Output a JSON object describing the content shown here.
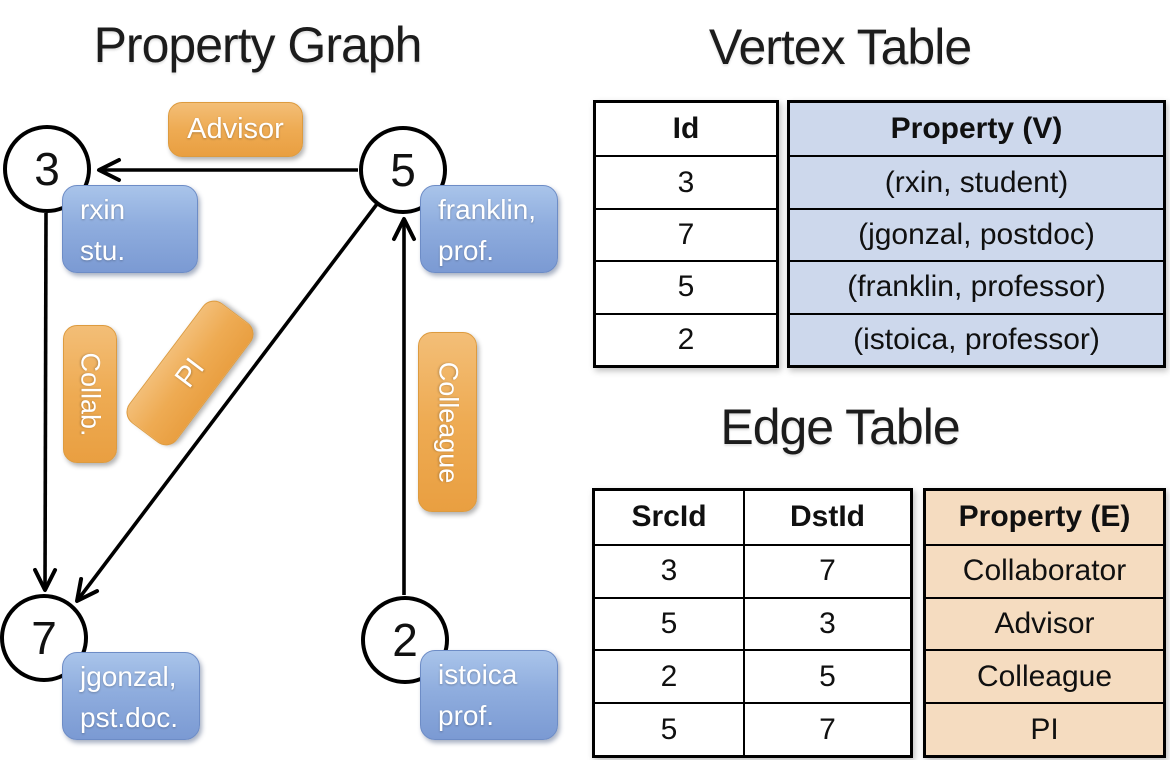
{
  "graph": {
    "title": "Property Graph",
    "nodes": [
      {
        "id": "3",
        "property_lines": [
          "rxin",
          "stu."
        ]
      },
      {
        "id": "5",
        "property_lines": [
          "franklin,",
          "prof."
        ]
      },
      {
        "id": "7",
        "property_lines": [
          "jgonzal,",
          "pst.doc."
        ]
      },
      {
        "id": "2",
        "property_lines": [
          "istoica",
          "prof."
        ]
      }
    ],
    "edges": [
      {
        "src": "5",
        "dst": "3",
        "label": "Advisor"
      },
      {
        "src": "3",
        "dst": "7",
        "label": "Collab."
      },
      {
        "src": "5",
        "dst": "7",
        "label": "PI"
      },
      {
        "src": "2",
        "dst": "5",
        "label": "Colleague"
      }
    ]
  },
  "vertex_table": {
    "title": "Vertex Table",
    "columns": [
      "Id",
      "Property (V)"
    ],
    "rows": [
      [
        "3",
        "(rxin, student)"
      ],
      [
        "7",
        "(jgonzal, postdoc)"
      ],
      [
        "5",
        "(franklin, professor)"
      ],
      [
        "2",
        "(istoica, professor)"
      ]
    ]
  },
  "edge_table": {
    "title": "Edge Table",
    "columns": [
      "SrcId",
      "DstId",
      "Property (E)"
    ],
    "rows": [
      [
        "3",
        "7",
        "Collaborator"
      ],
      [
        "5",
        "3",
        "Advisor"
      ],
      [
        "2",
        "5",
        "Colleague"
      ],
      [
        "5",
        "7",
        "PI"
      ]
    ]
  },
  "colors": {
    "node-box-blue-top": "#a9c4ea",
    "node-box-blue-bottom": "#7b9ad3",
    "edge-label-orange-top": "#f3be77",
    "edge-label-orange-bottom": "#e99f41",
    "vertex-cell-blue": "#cdd8ec",
    "edge-cell-tan": "#f5dcc0",
    "line-black": "#000000"
  }
}
